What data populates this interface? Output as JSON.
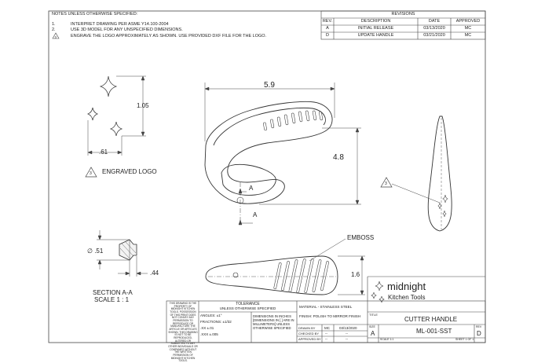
{
  "notes": {
    "header": "NOTES UNLESS OTHERWISE SPECIFIED:",
    "items": [
      {
        "num": "1.",
        "text": "INTERPRET DRAWING PER ASME Y14.100-2004"
      },
      {
        "num": "2.",
        "text": "USE 3D MODEL FOR ANY UNSPECIFIED DIMENSIONS."
      },
      {
        "num": "3",
        "text": "ENGRAVE THE LOGO APPROXIMATELY AS SHOWN. USE PROVIDED DXF FILE FOR THE LOGO."
      }
    ]
  },
  "revisions": {
    "title": "REVISIONS",
    "headers": [
      "REV.",
      "DESCRIPTION",
      "DATE",
      "APPROVED"
    ],
    "rows": [
      [
        "A",
        "INITIAL RELEASE",
        "03/13/2020",
        "MC"
      ],
      [
        "D",
        "UPDATE HANDLE",
        "03/21/2020",
        "MC"
      ]
    ]
  },
  "dimensions": {
    "logo_height": "1.05",
    "logo_width": ".61",
    "overall_width": "5.9",
    "overall_height": "4.8",
    "section_dia": "∅ .51",
    "section_depth": ".44",
    "bottom_thickness": "1.6"
  },
  "labels": {
    "engraved_logo": "ENGRAVED LOGO",
    "engraved_logo_flag": "3",
    "side_flag": "3",
    "emboss": "EMBOSS",
    "section_a": "A",
    "section_title": "SECTION A-A",
    "section_scale": "SCALE 1 : 1"
  },
  "title_block": {
    "proprietary": "THIS DRAWING IS THE PROPERTY OF MIDNIGHT KITCHEN TOOLS. POSSESSION OF THIS PRINT DOES NOT CONVEY ANY PERMISSION TO REPRODUCE OR MANUFACTURE THE ARTICLE OR ARTICLES SHOWN. THIS DRAWING IS NOT TO BE REPRODUCED, ALTERED OR SUBMITTED TO ANY OTHER INDIVIDUALS OR COMPANIES WITHOUT THE WRITTEN PERMISSION OF MIDNIGHT KITCHEN TOOLS.",
    "tolerance_title": "TOLERANCE",
    "tolerance_sub": "UNLESS OTHERWISE SPECIFIED",
    "angles": "ANGLES: ±1°",
    "fractions": "FRACTIONS: ±1/32",
    "xx": ".XX   ±.01",
    "xxx": ".XXX  ±.005",
    "dims_note": "DIMENSIONS IN INCHES [DIMENSIONS IN [ ] ARE IN MILLIMETERS] UNLESS OTHERWISE SPECIFIED",
    "material": "MATERIAL - STAINLESS STEEL",
    "finish": "FINISH: POLISH TO MIRROR FINISH",
    "logo_main": "midnight",
    "logo_sub": "Kitchen Tools",
    "title_label": "TITLE",
    "title": "CUTTER HANDLE",
    "drawn_by": "DRAWN BY",
    "drawn_initials": "MC",
    "drawn_date": "03/13/2020",
    "checked_by": "CHECKED BY",
    "approved_by": "APPROVED BY",
    "dash": "--",
    "size_label": "SIZE",
    "size": "A",
    "part_no": "ML-001-SST",
    "rev_label": "REV",
    "rev": "D",
    "scale_label": "SCALE 1:1",
    "sheet_label": "SHEET 1 OF 1"
  }
}
